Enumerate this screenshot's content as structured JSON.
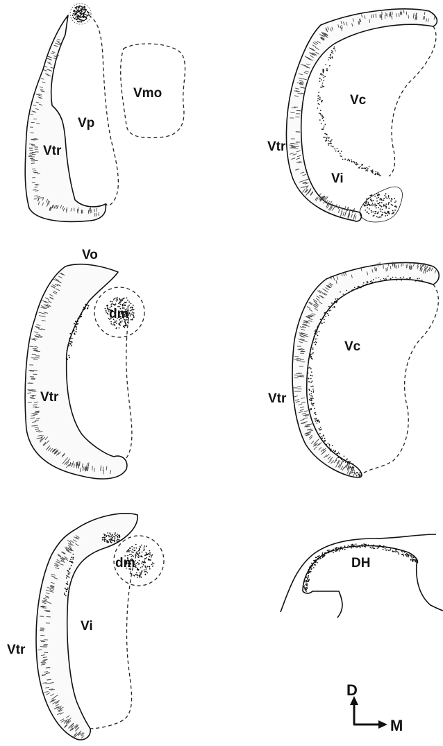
{
  "labels": {
    "p1_vp": "Vp",
    "p1_vmo": "Vmo",
    "p1_vtr": "Vtr",
    "p2_vc": "Vc",
    "p2_vtr": "Vtr",
    "p2_vi": "Vi",
    "p3_dm": "dm",
    "p3_vo": "Vo",
    "p3_vtr": "Vtr",
    "p4_vc": "Vc",
    "p4_vtr": "Vtr",
    "p5_dm": "dm",
    "p5_vi": "Vi",
    "p5_vtr": "Vtr",
    "p6_dh": "DH"
  },
  "orientation": {
    "dorsal": "D",
    "medial": "M"
  }
}
